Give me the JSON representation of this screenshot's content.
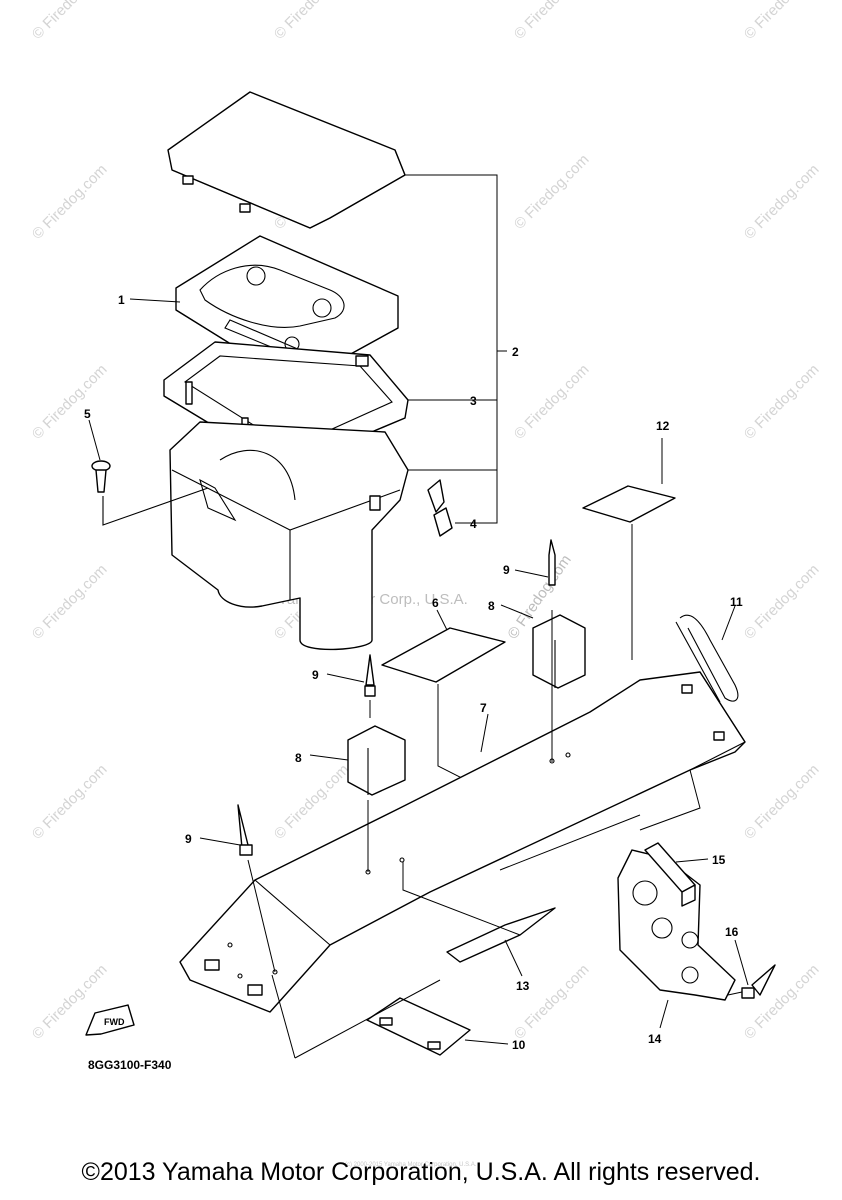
{
  "callouts": [
    "1",
    "2",
    "3",
    "4",
    "5",
    "6",
    "7",
    "8",
    "8",
    "9",
    "9",
    "9",
    "10",
    "11",
    "12",
    "13",
    "14",
    "15",
    "16"
  ],
  "ref_code": "8GG3100-F340",
  "fwd_label": "FWD",
  "watermark_main": "Yamaha Motor Corp., U.S.A.",
  "watermark": "© Firedog.com",
  "tiny_copyright": "(c) 2000-2015 Yamaha Motor Corporation, U.S.A.",
  "copyright": "©2013 Yamaha Motor Corporation, U.S.A. All rights reserved."
}
